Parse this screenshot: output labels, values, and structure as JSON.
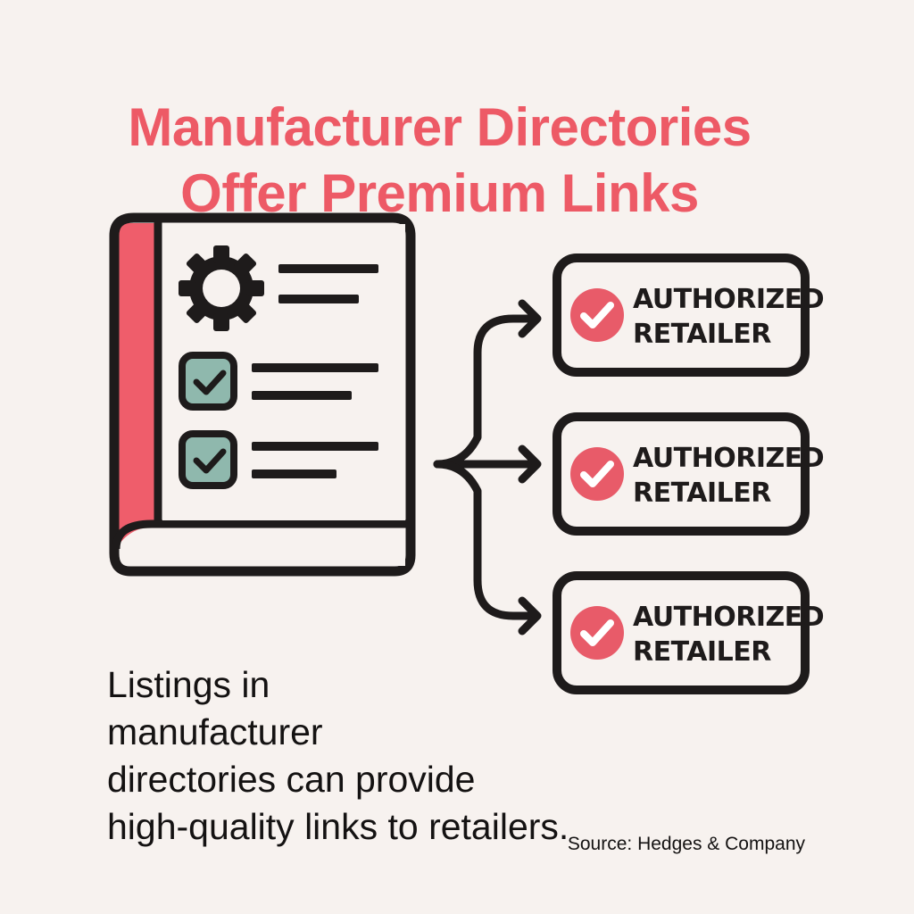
{
  "title": {
    "line1": "Manufacturer Directories",
    "line2": "Offer Premium Links"
  },
  "directory_icon": {
    "icon": "book-directory-icon",
    "spine_color": "#ef5d6b",
    "rows": [
      {
        "icon": "gear-icon"
      },
      {
        "icon": "checkbox-checked-icon",
        "fill": "#8fb8ad"
      },
      {
        "icon": "checkbox-checked-icon",
        "fill": "#8fb8ad"
      }
    ]
  },
  "badges": [
    {
      "line1": "AUTHORIZED",
      "line2": "RETAILER",
      "icon": "check-circle-icon"
    },
    {
      "line1": "AUTHORIZED",
      "line2": "RETAILER",
      "icon": "check-circle-icon"
    },
    {
      "line1": "AUTHORIZED",
      "line2": "RETAILER",
      "icon": "check-circle-icon"
    }
  ],
  "description": {
    "line1": "Listings in",
    "line2": "manufacturer",
    "line3": "directories can provide",
    "line4": "high-quality links to retailers."
  },
  "source": "Source: Hedges & Company",
  "colors": {
    "accent": "#ed5a66",
    "outline": "#1e1b1b",
    "check_fill": "#8fb8ad",
    "background": "#f7f2ef"
  }
}
